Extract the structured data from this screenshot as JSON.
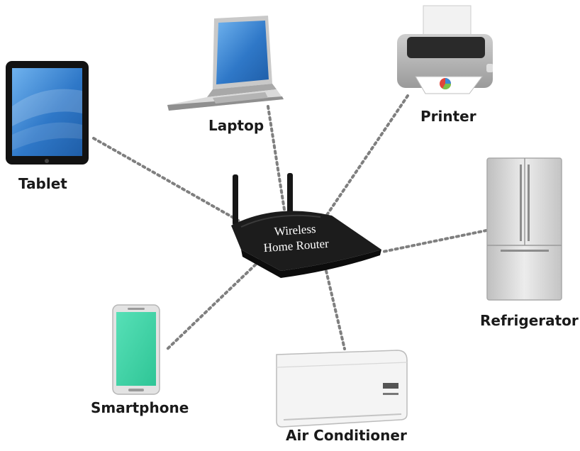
{
  "hub": {
    "line1": "Wireless",
    "line2": "Home Router"
  },
  "devices": [
    {
      "id": "tablet",
      "label": "Tablet"
    },
    {
      "id": "laptop",
      "label": "Laptop"
    },
    {
      "id": "printer",
      "label": "Printer"
    },
    {
      "id": "refrigerator",
      "label": "Refrigerator"
    },
    {
      "id": "air-conditioner",
      "label": "Air Conditioner"
    },
    {
      "id": "smartphone",
      "label": "Smartphone"
    }
  ],
  "colors": {
    "link": "#7f7f7f",
    "screen": "#3d86d6",
    "phone": "#3fd6a8",
    "router": "#1c1c1c",
    "appliance": "#d4d4d4"
  },
  "icons": [
    "tablet-icon",
    "laptop-icon",
    "printer-icon",
    "refrigerator-icon",
    "air-conditioner-icon",
    "smartphone-icon",
    "router-icon"
  ]
}
